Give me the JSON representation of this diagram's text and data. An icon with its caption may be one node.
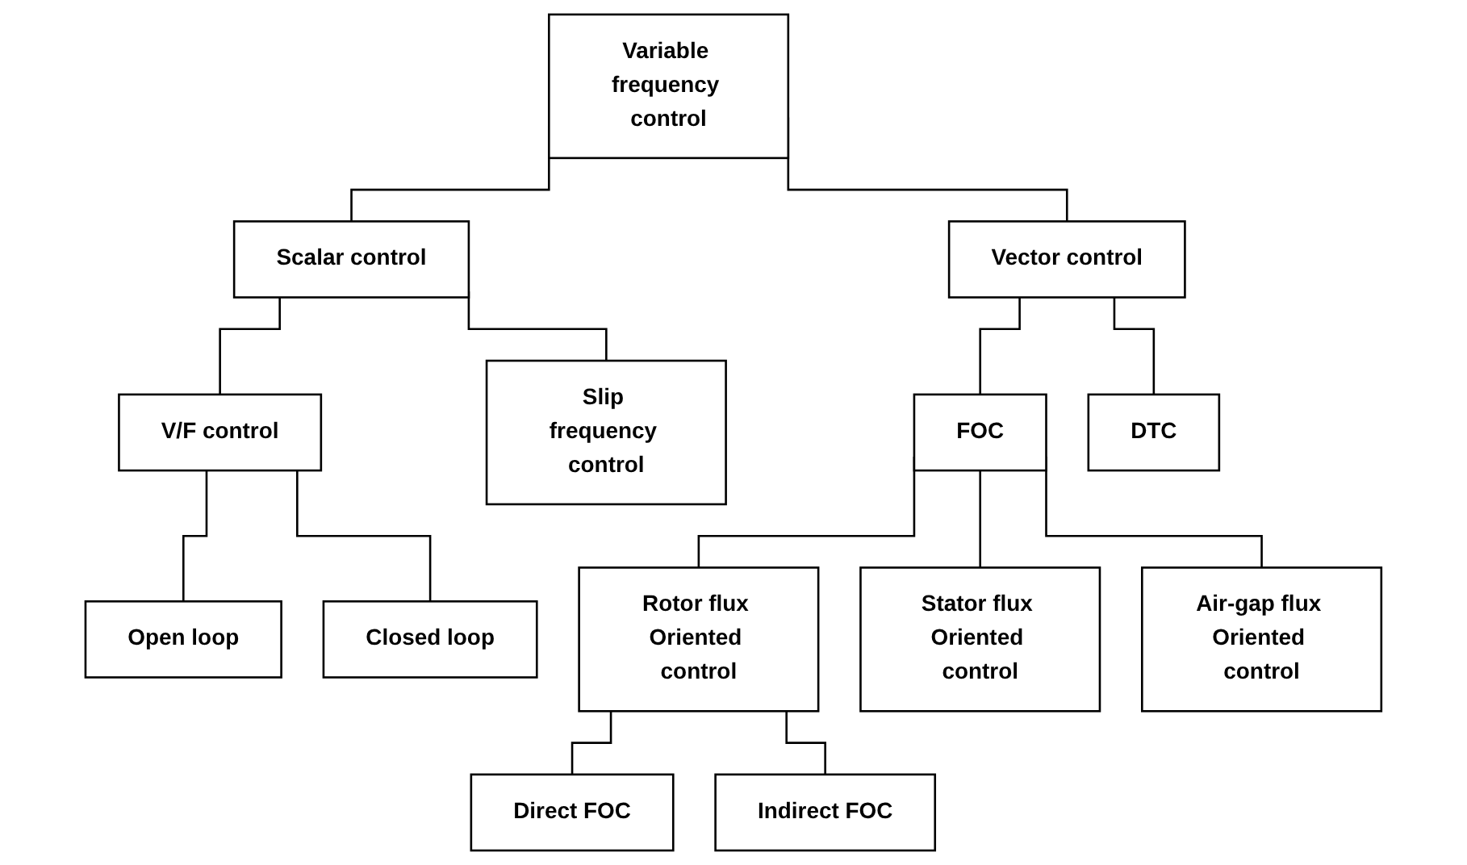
{
  "diagram": {
    "nodes": [
      {
        "text": [
          "Variable frequency control"
        ]
      },
      {
        "text": [
          "Scalar control"
        ]
      },
      {
        "text": [
          "Vector control"
        ]
      },
      {
        "text": [
          "V/F control"
        ]
      },
      {
        "text": [
          "Slip frequency control"
        ]
      },
      {
        "text": [
          "FOC"
        ]
      },
      {
        "text": [
          "DTC"
        ]
      },
      {
        "text": [
          "Open loop"
        ]
      },
      {
        "text": [
          "Closed loop"
        ]
      },
      {
        "text": [
          "Rotor flux Oriented control"
        ]
      },
      {
        "text": [
          "Stator flux Oriented control"
        ]
      },
      {
        "text": [
          "Air-gap flux Oriented control"
        ]
      },
      {
        "text": [
          "Direct FOC"
        ]
      },
      {
        "text": [
          "Indirect FOC"
        ]
      }
    ],
    "edges": [
      {
        "from": 0,
        "to": 1,
        "arrow": "none"
      },
      {
        "from": 0,
        "to": 2,
        "arrow": "none"
      },
      {
        "from": 1,
        "to": 3,
        "arrow": "none"
      },
      {
        "from": 1,
        "to": 4,
        "arrow": "none"
      },
      {
        "from": 2,
        "to": 5,
        "arrow": "none"
      },
      {
        "from": 2,
        "to": 6,
        "arrow": "none"
      },
      {
        "from": 3,
        "to": 7,
        "arrow": "none"
      },
      {
        "from": 3,
        "to": 8,
        "arrow": "none"
      },
      {
        "from": 5,
        "to": 9,
        "arrow": "none"
      },
      {
        "from": 5,
        "to": 10,
        "arrow": "none"
      },
      {
        "from": 5,
        "to": 11,
        "arrow": "none"
      },
      {
        "from": 9,
        "to": 12,
        "arrow": "none"
      },
      {
        "from": 9,
        "to": 13,
        "arrow": "none"
      }
    ]
  }
}
